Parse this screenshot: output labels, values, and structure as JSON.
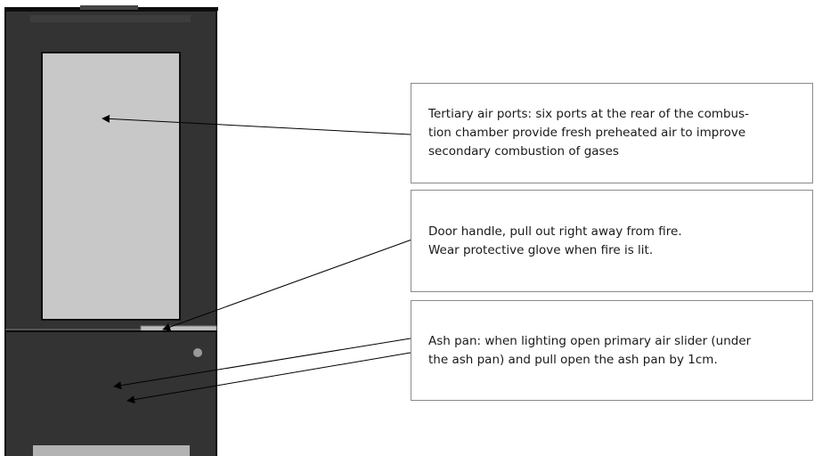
{
  "callouts": {
    "tertiary_air": {
      "lines": [
        "Tertiary air ports: six ports at the rear of the combus-",
        "tion chamber provide fresh preheated air to improve",
        "secondary combustion of gases"
      ]
    },
    "door_handle": {
      "lines": [
        "Door handle, pull out right away from fire.",
        "Wear protective glove when fire is lit."
      ]
    },
    "ash_pan": {
      "lines": [
        "Ash pan: when lighting open primary air slider (under",
        "the ash pan) and pull open the ash pan by 1cm."
      ]
    }
  },
  "colors": {
    "stove_body": "#333333",
    "stove_outline": "#0d0d0d",
    "glass_panel": "#c8c8c8",
    "handle_bar": "#bdbdbd",
    "arrow": "#000000",
    "callout_border": "#8a8a8a"
  }
}
